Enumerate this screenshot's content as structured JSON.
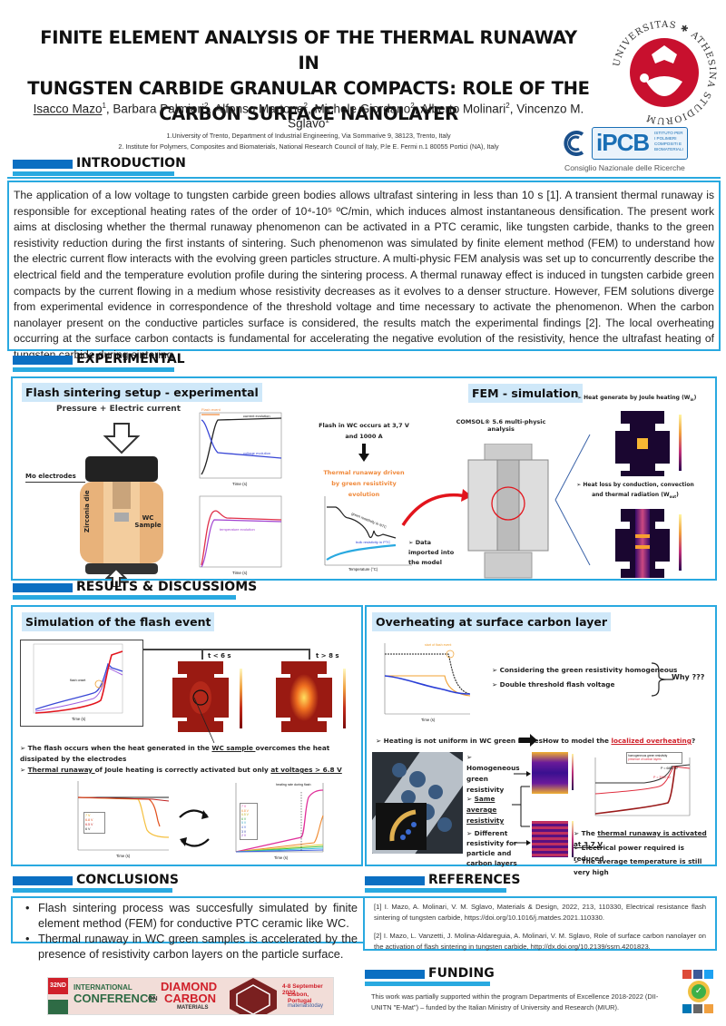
{
  "header": {
    "title_lines": [
      "FINITE ELEMENT ANALYSIS OF THE THERMAL RUNAWAY IN",
      "TUNGSTEN CARBIDE GRANULAR COMPACTS: ROLE OF THE",
      "CARBON SURFACE NANOLAYER"
    ],
    "authors": [
      {
        "name": "Isacco Mazo",
        "aff": "1"
      },
      {
        "name": "Barbara Palmieri",
        "aff": "2"
      },
      {
        "name": "Alfonso Martone",
        "aff": "2"
      },
      {
        "name": "Michele Giordano",
        "aff": "2"
      },
      {
        "name": "Alberto Molinari",
        "aff": "2"
      },
      {
        "name": "Vincenzo M. Sglavo",
        "aff": "1"
      }
    ],
    "affiliations": [
      "1.University of Trento, Department of Industrial Engineering, Via Sommarive 9, 38123, Trento, Italy",
      "2. Institute for Polymers, Composites and Biomaterials, National Research Council of Italy, P.le E. Fermi n.1 80055 Portici (NA), Italy"
    ],
    "logos": {
      "unitn_ring": "UNIVERSITAS * ATHESINA STUDIORUM",
      "ipcb": "iPCB",
      "ipcb_sub": "ISTITUTO PER I POLIMERI COMPOSITI E BIOMATERIALI",
      "cnr": "Consiglio Nazionale delle Ricerche"
    },
    "colors": {
      "accent_dark": "#0b6fc2",
      "accent_light": "#29a9e0",
      "subhead_bg": "#cfe8f9"
    }
  },
  "introduction": {
    "heading": "INTRODUCTION",
    "text": "The application of a low voltage to tungsten carbide green bodies allows ultrafast sintering in less than 10 s [1]. A transient thermal runaway is responsible for exceptional heating rates of the order of 10⁴-10⁵ ºC/min, which induces almost instantaneous densification. The present work aims at disclosing whether the thermal runaway phenomenon can be activated in a PTC ceramic, like tungsten carbide, thanks to the green resistivity reduction during the first instants of sintering. Such phenomenon was simulated by finite element method (FEM) to understand how the electric current flow interacts with the evolving green particles structure. A multi-physic FEM analysis was set up to concurrently describe the electrical field and the temperature evolution profile during the sintering process. A thermal runaway effect is induced in tungsten carbide green compacts by the current flowing in a medium whose resistivity decreases as it evolves to a denser structure. However, FEM solutions diverge from experimental evidence in correspondence of the threshold voltage and time necessary to activate the phenomenon. When the carbon nanolayer present on the conductive particles surface is considered, the results match the experimental findings [2]. The local overheating occurring at the surface carbon contacts is fundamental for accelerating the negative evolution of the resistivity, hence the ultrafast heating of tungsten carbide during sintering."
  },
  "experimental": {
    "heading": "EXPERIMENTAL",
    "setup": {
      "title": "Flash sintering setup - experimental",
      "caption": "Pressure + Electric current",
      "labels": {
        "electrodes": "Mo electrodes",
        "die": "Zirconia die",
        "sample": "WC Sample"
      },
      "plot1": {
        "flash_label": "Flash event",
        "current_label": "current evolution",
        "voltage_label": "voltage evolution",
        "xlabel": "Time (s)",
        "ylabel": "Current (A)",
        "y2label": "Voltage (V)"
      },
      "plot2": {
        "temp_label": "temperature evolution",
        "xlabel": "Time (s)",
        "ylabel": "Dissipated power (W)",
        "y2label": "Temperature (°C)"
      }
    },
    "fem": {
      "title": "FEM - simulation",
      "flash_text": "Flash in WC occurs at 3,7 V and 1000 A",
      "runaway_text": "Thermal runaway driven by green resistivity evolution",
      "green_label": "green resistivity in NTC",
      "bulk_label": "bulk resistivity in PTC",
      "res_xlabel": "Temperature (°C)",
      "res_ylabel": "Resistivity (Ωm)",
      "data_imported": "Data imported into the model",
      "comsol": "COMSOL® 5.6 multi-physic analysis",
      "heat_gen": "Heat generate by Joule heating (W",
      "heat_gen_sub": "in",
      "heat_loss": "Heat loss by conduction, convection and thermal radiation (W",
      "heat_loss_sub": "out"
    }
  },
  "results": {
    "heading": "RESULTS & DISCUSSIOMS",
    "flash": {
      "title": "Simulation of the flash event",
      "t1": "t < 6 s",
      "t2": "t > 8 s",
      "plot_xlabel": "Time (s)",
      "plot_ylabel": "Power (W)",
      "plot_y2label": "Temperature (°C)",
      "flash_onset": "flash onset",
      "bullet1_pre": "The flash occurs when the heat generated in the ",
      "bullet1_u": "WC sample ",
      "bullet1_post": "overcomes the heat dissipated by the electrodes",
      "bullet2_u1": "Thermal runaway ",
      "bullet2_mid": "of Joule heating is correctly activated but only ",
      "bullet2_u2": "at voltages > 6.8 V",
      "res_plot": {
        "xlabel": "Time (s)",
        "ylabel": "Resistivity (Ωm)",
        "legend": [
          "7 V",
          "6.8 V",
          "6.5 V",
          "6 V"
        ]
      },
      "temp_plot": {
        "xlabel": "Time (s)",
        "ylabel": "Temperature (°C)",
        "y2label": "Heating rate (°C/s)",
        "annot": "heating rate during flash",
        "legend": [
          "7 V",
          "6.8 V",
          "6.5 V",
          "6 V",
          "5 V",
          "4 V",
          "3 V",
          "2 V"
        ]
      }
    },
    "carbon": {
      "title": "Overheating at surface carbon layer",
      "plot_xlabel": "Time (s)",
      "plot_ylabel": "Threshold flash voltage (V)",
      "plot_annot": "start of flash event",
      "b1": "Considering the green resistivity homogeneous",
      "b2": "Double threshold flash voltage",
      "why": "Why ???",
      "b3": "Heating is not uniform in WC green bodies",
      "question_pre": "How to model the ",
      "question_u": "localized overheating",
      "question_post": "?",
      "homog": "Homogeneous green resistivity",
      "same_avg": "Same average resistivity",
      "different": "Different resistivity for particle and carbon layers",
      "c1_pre": "The ",
      "c1_u": "thermal runaway is activated at 3,7 V",
      "c2": "Electrical power required is reduced",
      "c3": "The average temperature is still very high",
      "plot2_legend": [
        "homogeneous green resistivity",
        "presence of carbon layers"
      ],
      "plot2_annot1": "P = 6860 W",
      "plot2_annot2": "P = 3990 W"
    }
  },
  "conclusions": {
    "heading": "CONCLUSIONS",
    "items": [
      "Flash sintering process was succesfully simulated by finite element method (FEM) for conductive PTC ceramic like WC.",
      "Thermal runaway in WC green samples is accelerated by the presence of resistivity carbon layers on the particle surface."
    ]
  },
  "references": {
    "heading": "REFERENCES",
    "items": [
      "[1] I. Mazo, A. Molinari, V. M. Sglavo, Materials & Design, 2022, 213, 110330, Electrical resistance flash sintering of tungsten carbide, https://doi.org/10.1016/j.matdes.2021.110330.",
      "[2] I. Mazo, L. Vanzetti, J. Molina-Aldareguia, A. Molinari, V. M. Sglavo, Role of surface carbon nanolayer on the activation of flash sintering in tungsten carbide, http://dx.doi.org/10.2139/ssrn.4201823."
    ]
  },
  "funding": {
    "heading": "FUNDING",
    "text": "This work was partially supported within the program Departments of Excellence 2018-2022 (DII-UNITN \"E-Mat\") – funded by the Italian Ministry of University and Research (MIUR)."
  },
  "conference": {
    "edition": "32ND",
    "line1": "INTERNATIONAL",
    "line2": "CONFERENCE",
    "on": "ON",
    "diamond": "DIAMOND",
    "and": "AND",
    "carbon": "CARBON",
    "materials": "MATERIALS",
    "dates": "4-8 September 2022",
    "place": "Lisbon, Portugal",
    "sponsor": "materialstoday"
  },
  "share": {
    "icons": [
      "google-plus",
      "facebook",
      "twitter",
      "linkedin",
      "instagram",
      "rss"
    ],
    "badge": "OK TO SHARE"
  }
}
